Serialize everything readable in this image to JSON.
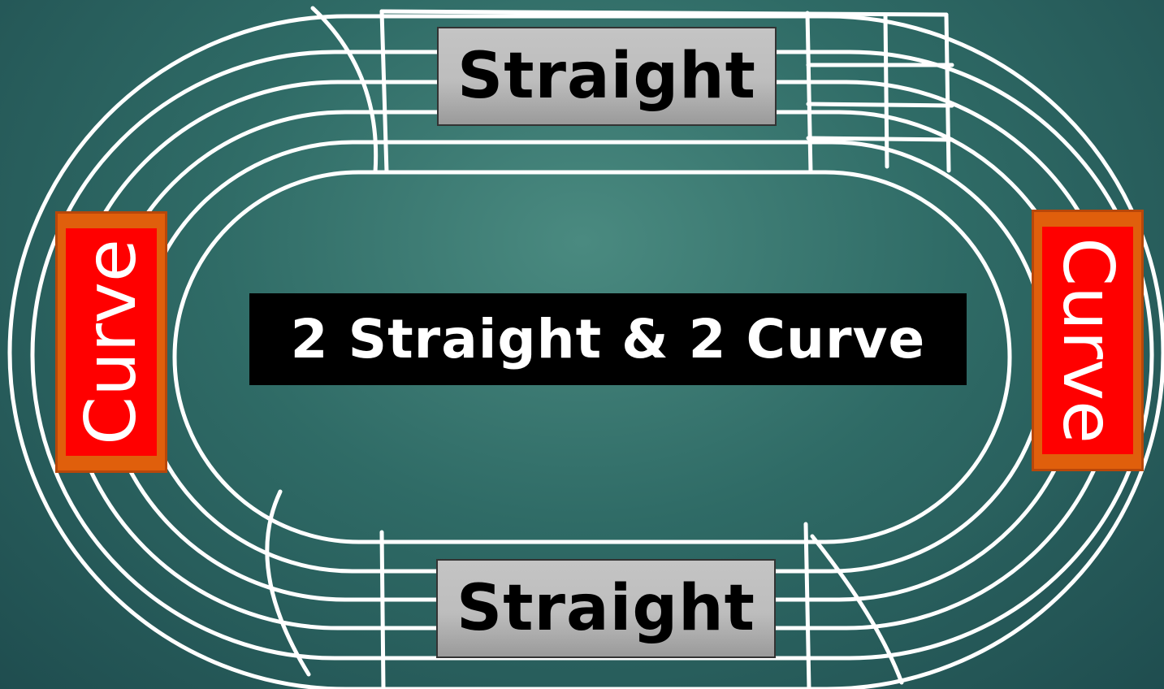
{
  "labels": {
    "straight_top": "Straight",
    "straight_bottom": "Straight",
    "curve_left": "Curve",
    "curve_right": "Curve",
    "center": "2 Straight & 2 Curve"
  },
  "colors": {
    "background": "#2f6b66",
    "track_lines": "#ffffff",
    "straight_box": "#bdbdbd",
    "curve_box_outer": "#e05f0c",
    "curve_box_inner": "#ff0000",
    "center_box": "#000000"
  }
}
